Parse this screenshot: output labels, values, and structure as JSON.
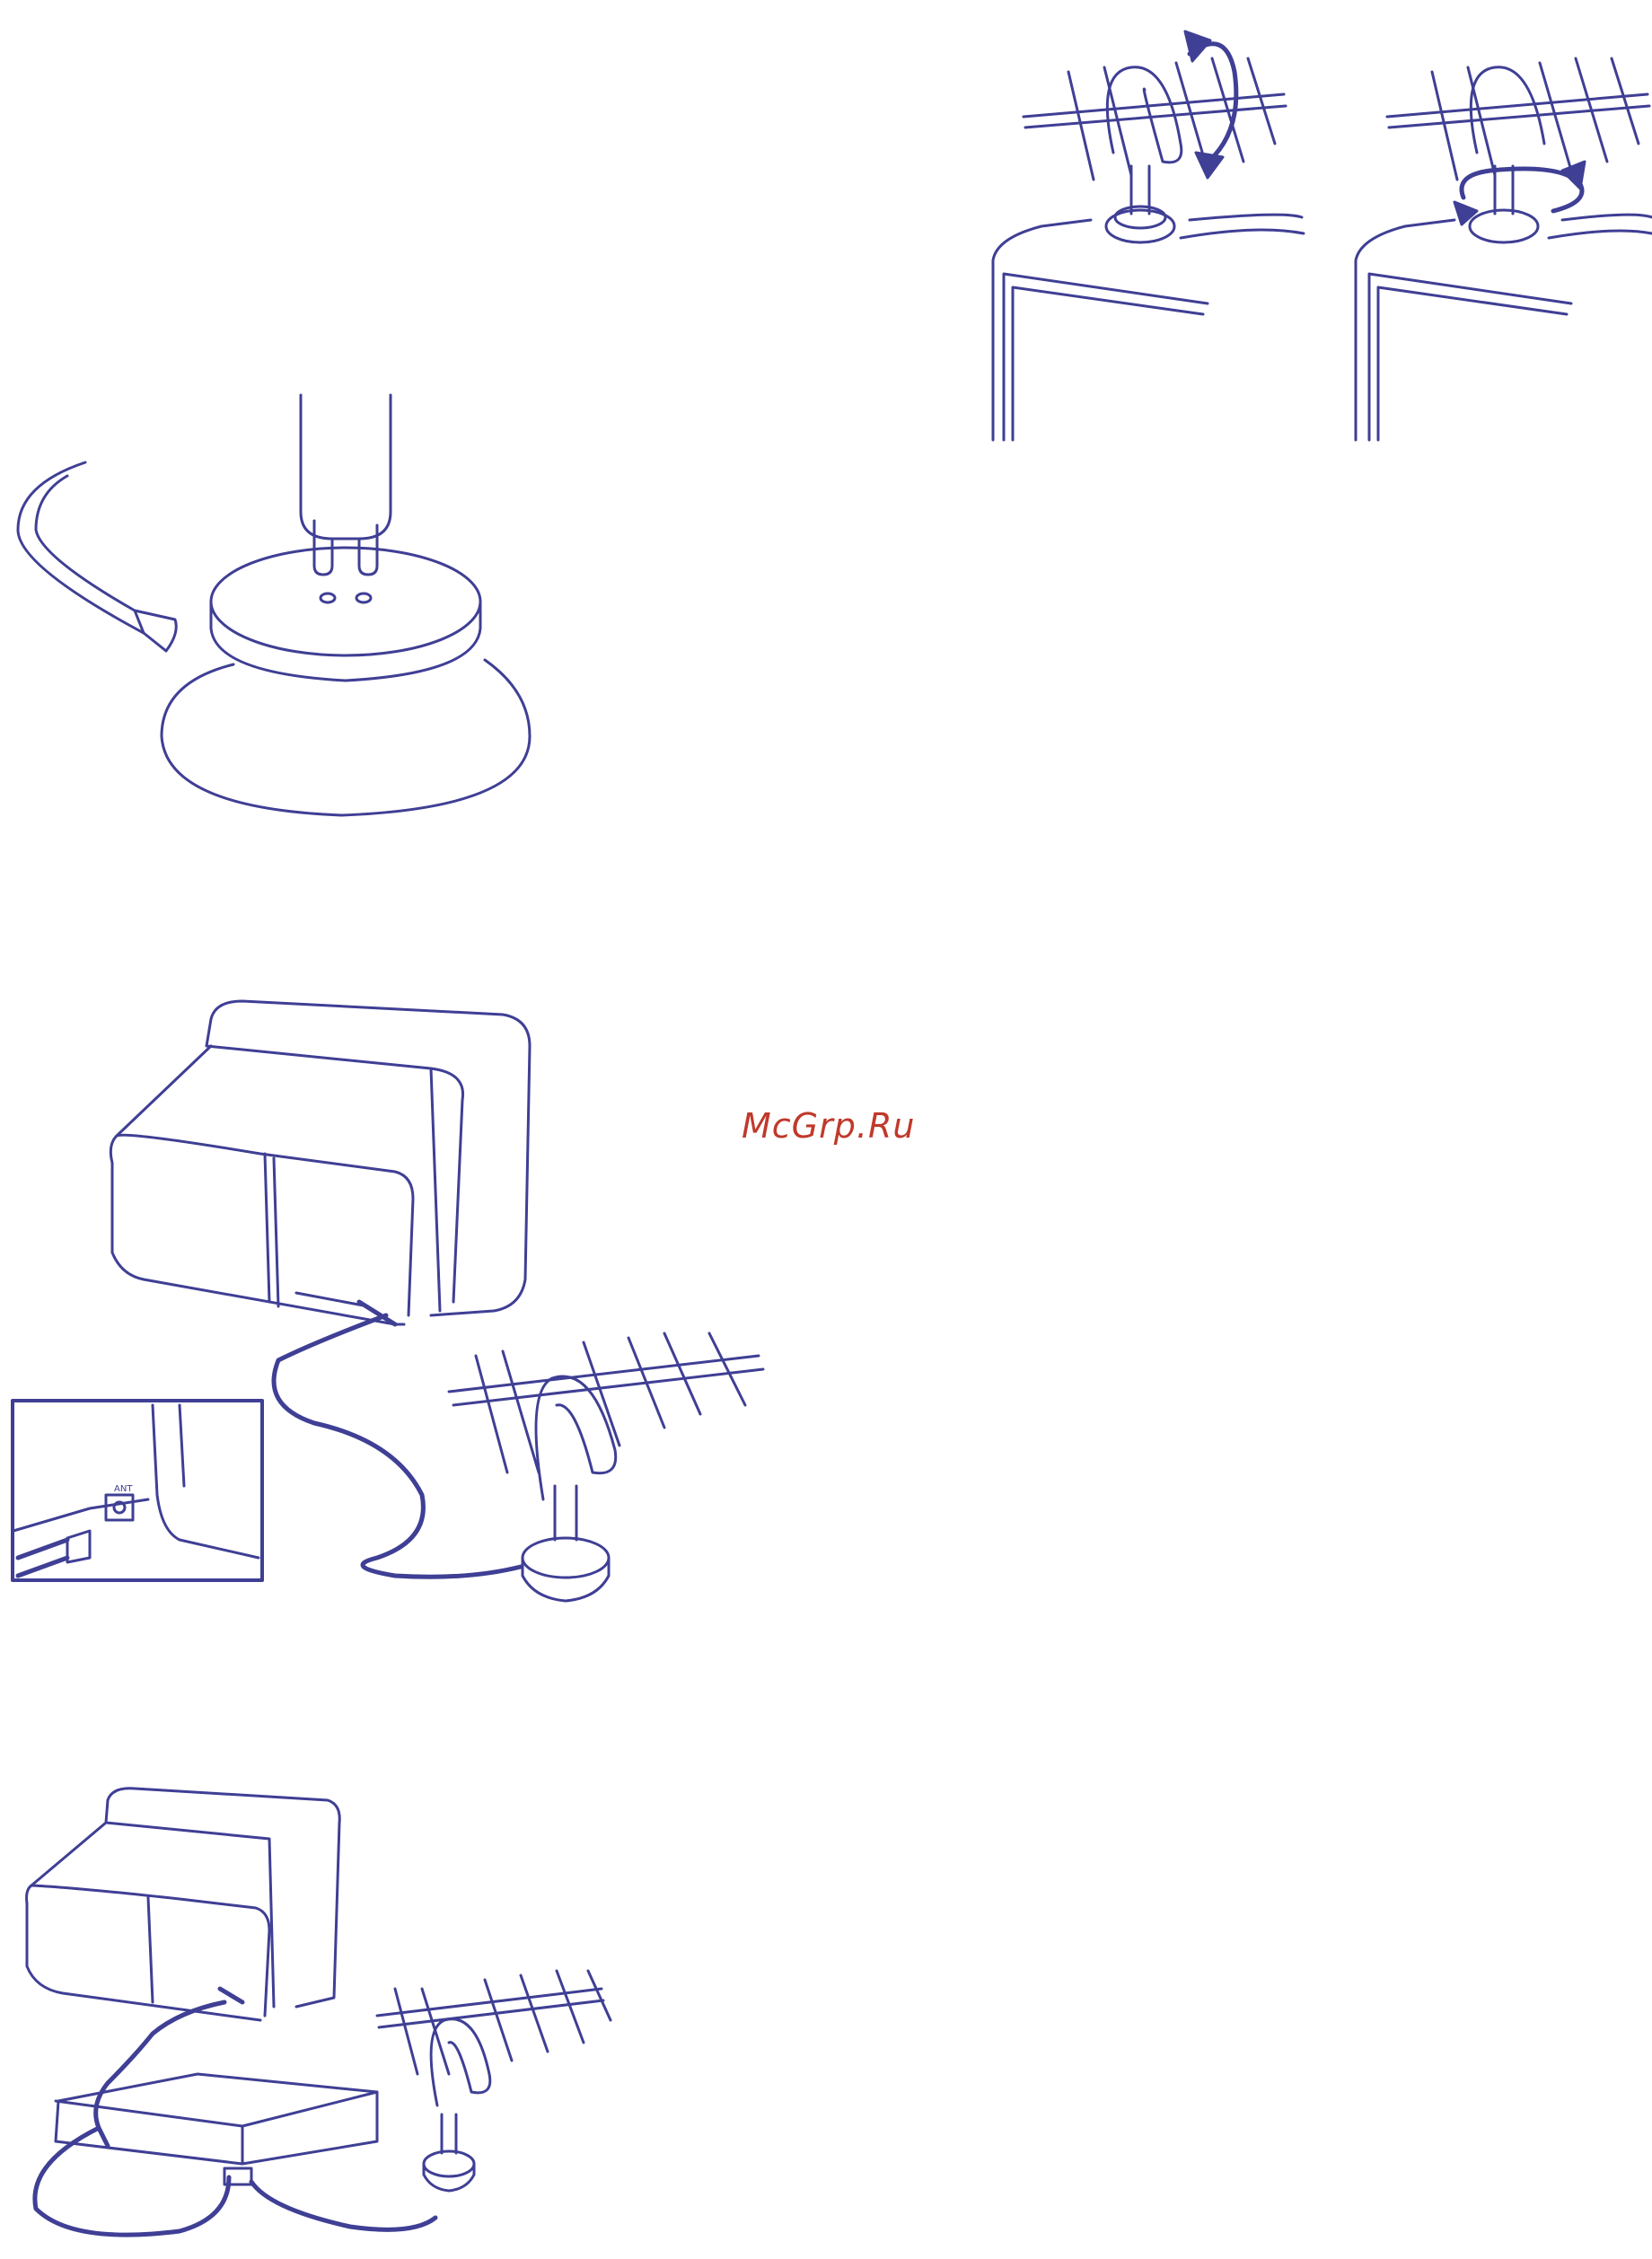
{
  "watermark": {
    "text": "McGrp.Ru"
  },
  "figures": [
    {
      "id": "antenna-rotation",
      "description_icon": "antenna-rotate-illustration"
    },
    {
      "id": "antenna-base-plug",
      "description_icon": "antenna-base-connector-illustration"
    },
    {
      "id": "tv-antenna-connection",
      "description_icon": "tv-antenna-hookup-illustration",
      "inset_label": "ANT"
    },
    {
      "id": "tv-receiver-antenna-connection",
      "description_icon": "tv-receiver-antenna-hookup-illustration"
    }
  ],
  "colors": {
    "ink": "#3f3f95",
    "watermark": "#c0392b",
    "background": "#ffffff"
  }
}
